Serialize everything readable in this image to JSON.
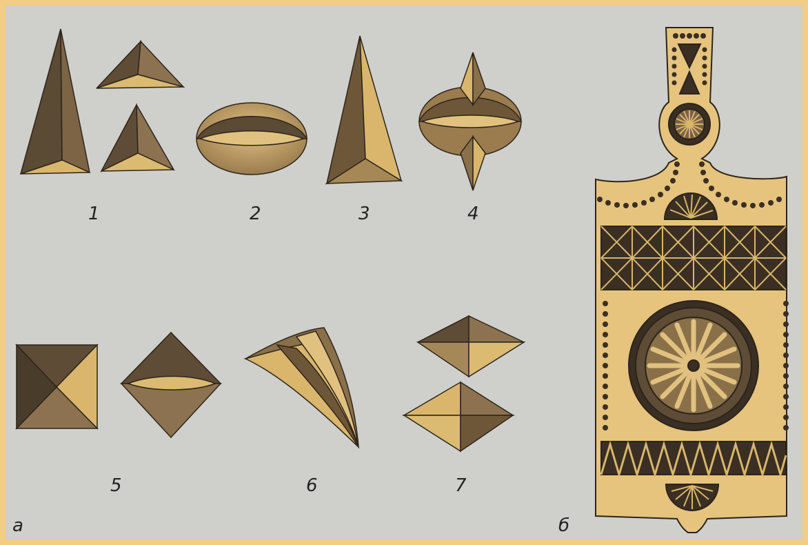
{
  "figure_labels": {
    "fig1": "1",
    "fig2": "2",
    "fig3": "3",
    "fig4": "4",
    "fig5": "5",
    "fig6": "6",
    "fig7": "7",
    "panel_a": "а",
    "panel_b": "б"
  },
  "colors": {
    "frame": "#f3cd83",
    "paper": "#cfcfcb",
    "dark_wood": "#5b4a34",
    "mid_wood": "#8a7049",
    "light_wood": "#d9b66c",
    "board": "#e6c47d",
    "outline": "#2c241a"
  }
}
